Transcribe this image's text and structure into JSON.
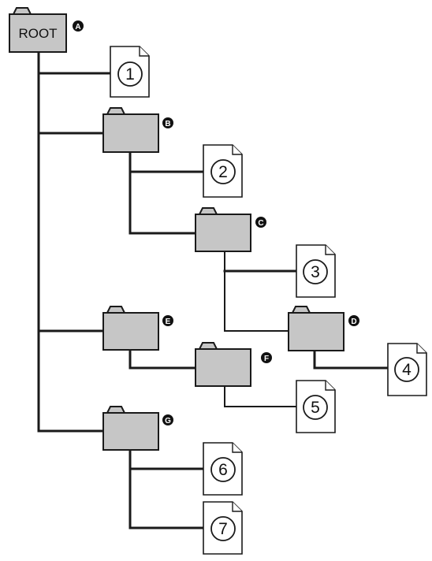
{
  "root": {
    "label": "ROOT",
    "badge": "A"
  },
  "folders": [
    {
      "id": "B",
      "badge": "B"
    },
    {
      "id": "C",
      "badge": "C"
    },
    {
      "id": "D",
      "badge": "D"
    },
    {
      "id": "E",
      "badge": "E"
    },
    {
      "id": "F",
      "badge": "F"
    },
    {
      "id": "G",
      "badge": "G"
    }
  ],
  "files": [
    {
      "number": "1"
    },
    {
      "number": "2"
    },
    {
      "number": "3"
    },
    {
      "number": "4"
    },
    {
      "number": "5"
    },
    {
      "number": "6"
    },
    {
      "number": "7"
    }
  ],
  "colors": {
    "folder_fill": "#c6c6c6",
    "line": "#1a1a1a",
    "badge": "#111111"
  }
}
